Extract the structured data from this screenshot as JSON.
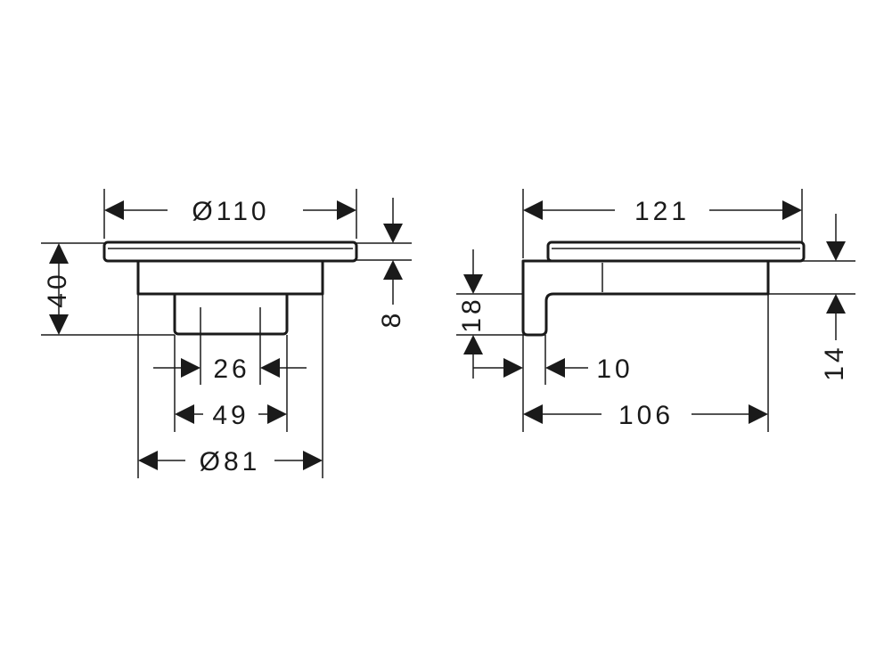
{
  "front_view": {
    "dim_top_diameter": "Ø110",
    "dim_height_total": "40",
    "dim_plate_thickness": "8",
    "dim_inner_26": "26",
    "dim_inner_49": "49",
    "dim_base_diameter": "Ø81"
  },
  "side_view": {
    "dim_top_length": "121",
    "dim_wall_18": "18",
    "dim_right_14": "14",
    "dim_offset_10": "10",
    "dim_depth_106": "106"
  },
  "colors": {
    "line": "#1a1a1a",
    "background": "#ffffff"
  }
}
